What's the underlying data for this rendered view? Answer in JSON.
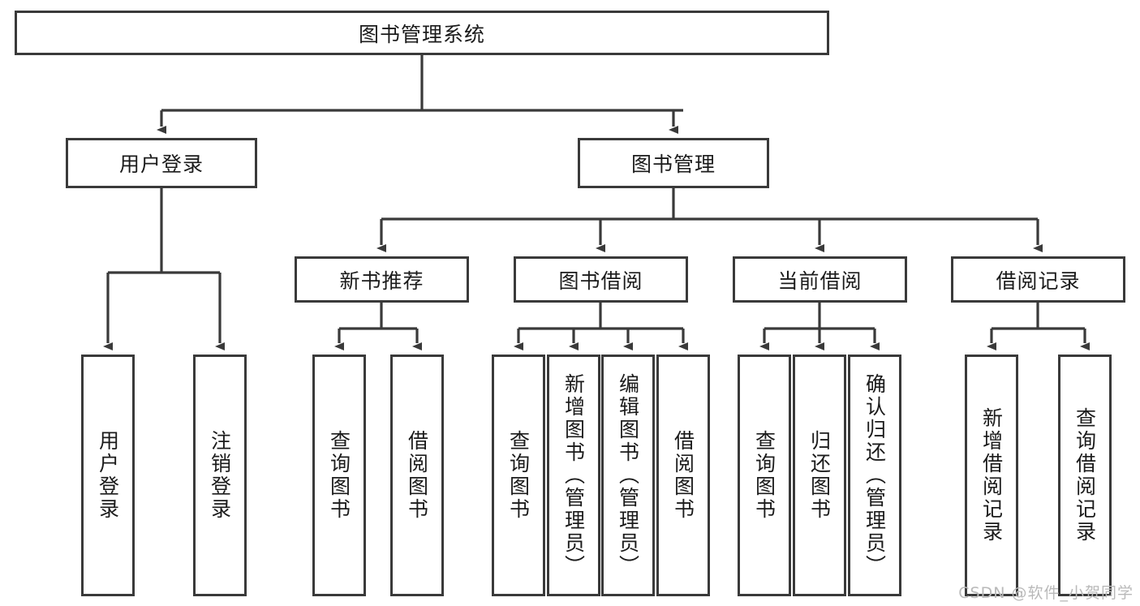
{
  "diagram": {
    "title": "图书管理系统",
    "type": "functional-structure-tree",
    "line_color": "#3a3a3a",
    "text_color": "#1b1b1b",
    "background": "#ffffff",
    "watermark": "CSDN @软件_小贺同学"
  },
  "nodes": {
    "root": {
      "label": "图书管理系统",
      "level": 1,
      "orientation": "horizontal"
    },
    "l2": [
      {
        "id": "user-login",
        "label": "用户登录",
        "level": 2,
        "orientation": "horizontal"
      },
      {
        "id": "book-manage",
        "label": "图书管理",
        "level": 2,
        "orientation": "horizontal"
      }
    ],
    "l3": [
      {
        "id": "new-book-recommend",
        "label": "新书推荐",
        "level": 3,
        "orientation": "horizontal"
      },
      {
        "id": "book-borrow",
        "label": "图书借阅",
        "level": 3,
        "orientation": "horizontal"
      },
      {
        "id": "current-borrow",
        "label": "当前借阅",
        "level": 3,
        "orientation": "horizontal"
      },
      {
        "id": "borrow-record",
        "label": "借阅记录",
        "level": 3,
        "orientation": "horizontal"
      }
    ],
    "leaves": {
      "user_login": [
        {
          "id": "leaf-user-login",
          "label": "用户登录",
          "orientation": "vertical"
        },
        {
          "id": "leaf-logout-login",
          "label": "注销登录",
          "orientation": "vertical"
        }
      ],
      "new_book_recommend": [
        {
          "id": "leaf-query-book-1",
          "label": "查询图书",
          "orientation": "vertical"
        },
        {
          "id": "leaf-borrow-book-1",
          "label": "借阅图书",
          "orientation": "vertical"
        }
      ],
      "book_borrow": [
        {
          "id": "leaf-query-book-2",
          "label": "查询图书",
          "orientation": "vertical"
        },
        {
          "id": "leaf-add-book-admin",
          "label": "新增图书（管理员）",
          "orientation": "vertical"
        },
        {
          "id": "leaf-edit-book-admin",
          "label": "编辑图书（管理员）",
          "orientation": "vertical"
        },
        {
          "id": "leaf-borrow-book-2",
          "label": "借阅图书",
          "orientation": "vertical"
        }
      ],
      "current_borrow": [
        {
          "id": "leaf-query-book-3",
          "label": "查询图书",
          "orientation": "vertical"
        },
        {
          "id": "leaf-return-book",
          "label": "归还图书",
          "orientation": "vertical"
        },
        {
          "id": "leaf-confirm-return-admin",
          "label": "确认归还（管理员）",
          "orientation": "vertical"
        }
      ],
      "borrow_record": [
        {
          "id": "leaf-add-borrow-record",
          "label": "新增借阅记录",
          "orientation": "vertical"
        },
        {
          "id": "leaf-query-borrow-record",
          "label": "查询借阅记录",
          "orientation": "vertical"
        }
      ]
    }
  }
}
